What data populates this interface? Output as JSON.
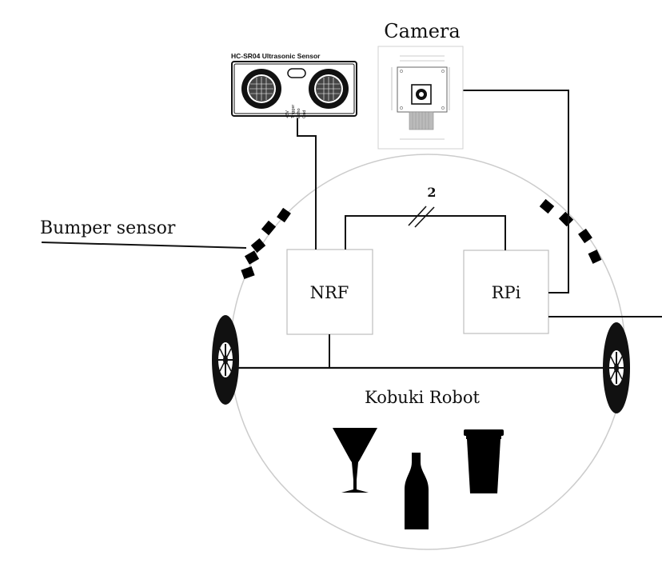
{
  "diagram": {
    "camera_label": "Camera",
    "sensor_title": "HC-SR04 Ultrasonic Sensor",
    "sensor_pins": [
      "+5V",
      "Trigger",
      "Echo",
      "Gnd"
    ],
    "bumper_label": "Bumper sensor",
    "nrf_label": "NRF",
    "rpi_label": "RPi",
    "bus_width_label": "2",
    "robot_label": "Kobuki Robot"
  },
  "icons": [
    "martini-glass-icon",
    "bottle-icon",
    "cup-icon",
    "wheel-icon"
  ],
  "colors": {
    "line": "#111111",
    "robot_outline": "#cccccc",
    "box_border": "#bdbdbd",
    "fill": "#000000"
  }
}
